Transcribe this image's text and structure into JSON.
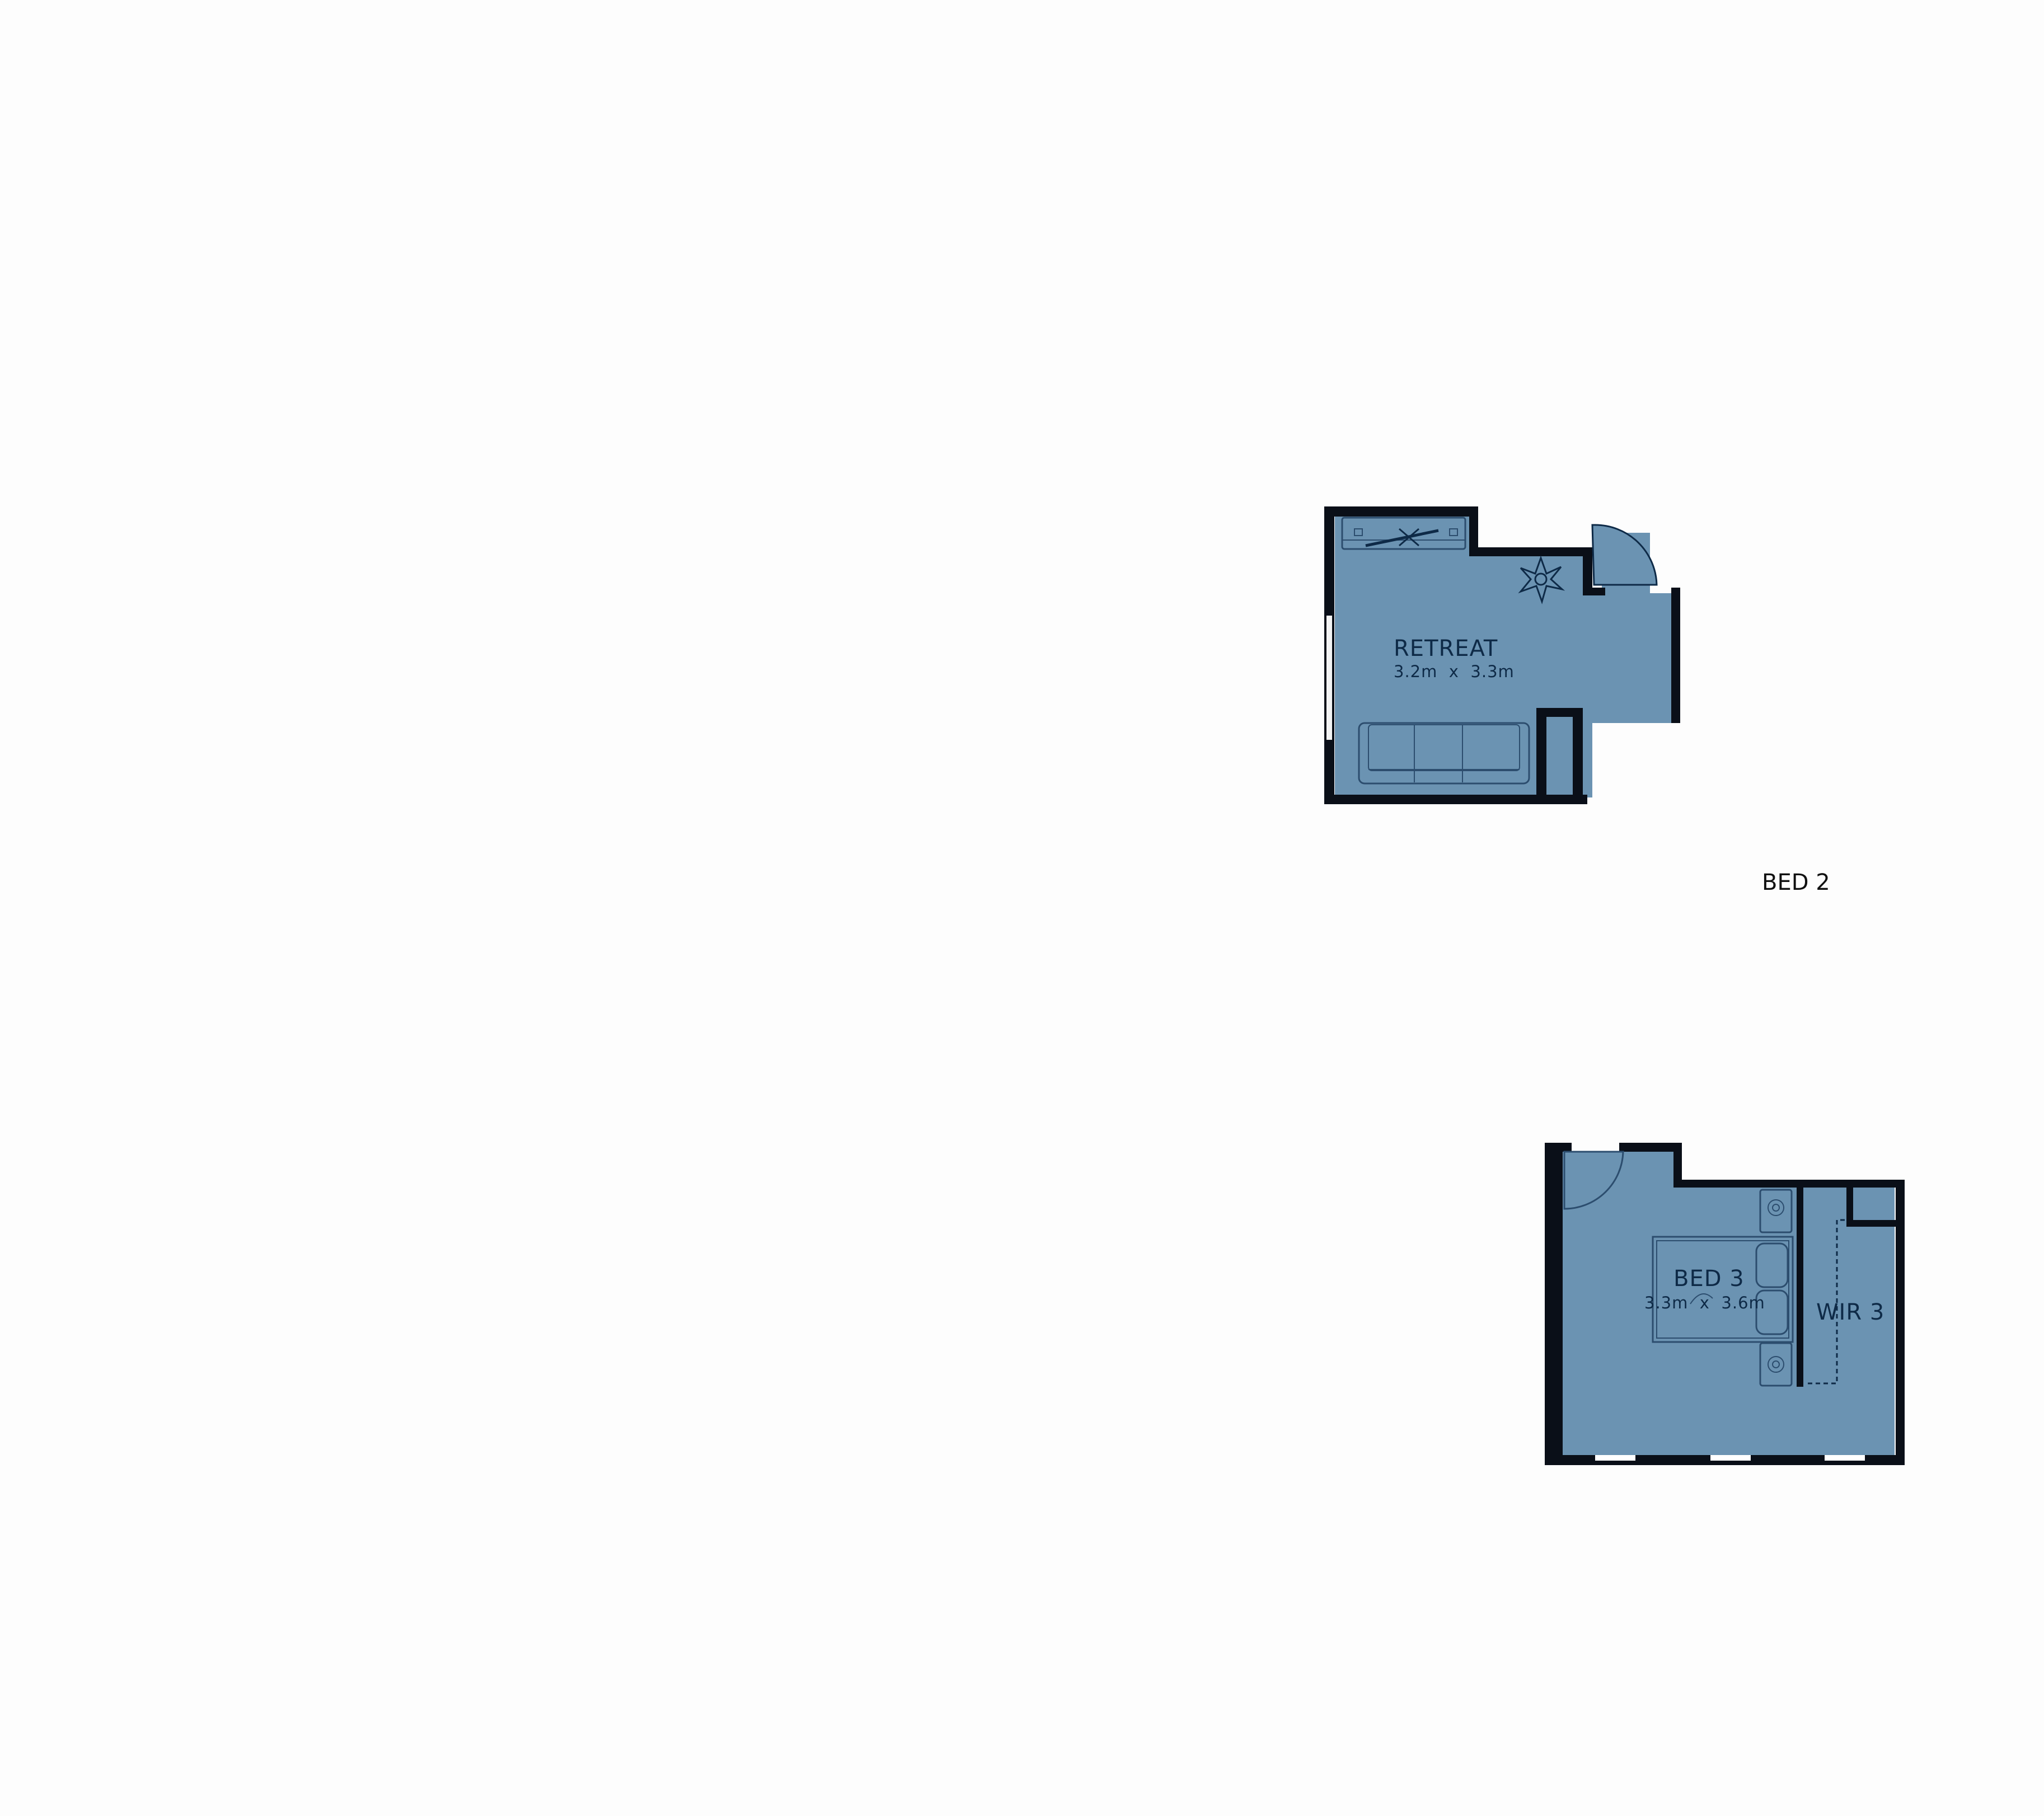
{
  "colors": {
    "background": "#fdfdfd",
    "room_fill": "#6b93b2",
    "wall": "#0a0f18",
    "label": "#0e2a47"
  },
  "rooms": {
    "retreat": {
      "name": "RETREAT",
      "dimensions": "3.2m  x  3.3m"
    },
    "bed3": {
      "name": "BED 3",
      "dimensions": "3.3m  x  3.6m"
    },
    "wir3": {
      "name": "WIR 3"
    }
  },
  "labels": {
    "bed2": "BED 2"
  },
  "icons": [
    "sofa-icon",
    "tv-unit-icon",
    "plant-icon",
    "bed-icon",
    "bedside-table-icon",
    "door-swing-icon",
    "window-icon"
  ]
}
